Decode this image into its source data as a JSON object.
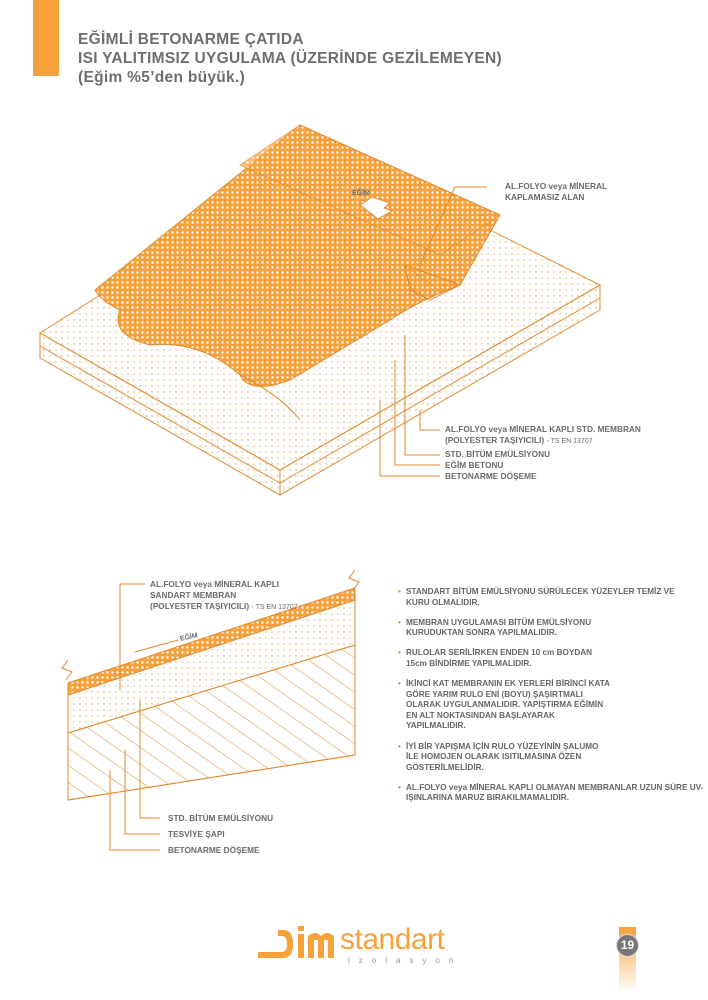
{
  "header": {
    "title_line1": "EĞİMLİ BETONARME ÇATIDA",
    "title_line2": "ISI YALITIMSIZ UYGULAMA (ÜZERİNDE GEZİLEMEYEN)",
    "title_line3": "(Eğim %5’den büyük.)"
  },
  "top_diagram": {
    "slope_label": "EĞİM",
    "callout_uncoated": {
      "line1": "AL.FOLYO veya MİNERAL",
      "line2": "KAPLAMASIZ  ALAN"
    },
    "callouts": [
      {
        "line1": "AL.FOLYO veya MİNERAL KAPLI STD. MEMBRAN",
        "line2": "(POLYESTER TAŞIYICILI)",
        "standard": "- TS EN 13707"
      },
      {
        "line1": "STD. BİTÜM EMÜLSİYONU"
      },
      {
        "line1": "EĞİM BETONU"
      },
      {
        "line1": "BETONARME DÖŞEME"
      }
    ]
  },
  "section_diagram": {
    "slope_label": "EĞİM",
    "membrane": {
      "line1": "AL.FOLYO veya MİNERAL KAPLI",
      "line2": "SANDART MEMBRAN",
      "line3": "(POLYESTER TAŞIYICILI)",
      "standard": "- TS EN 13707"
    },
    "callouts": [
      "STD. BİTÜM EMÜLSİYONU",
      "TESVİYE ŞAPI",
      "BETONARME DÖŞEME"
    ]
  },
  "notes": [
    "STANDART BİTÜM EMÜLSİYONU SÜRÜLECEK YÜZEYLER TEMİZ VE KURU OLMALIDIR.",
    "MEMBRAN UYGULAMASI BİTÜM EMÜLSİYONU KURUDUKTAN SONRA YAPILMALIDIR.",
    "RULOLAR SERİLİRKEN ENDEN 10 cm BOYDAN 15cm BİNDİRME YAPILMALIDIR.",
    "İKİNCİ KAT MEMBRANIN EK YERLERİ BİRİNCİ KATA GÖRE YARIM RULO ENİ (BOYU) ŞAŞIRTMALI OLARAK UYGULANMALIDIR. YAPIŞTIRMA EĞİMİN EN ALT NOKTASINDAN BAŞLAYARAK YAPILMALIDIR.",
    "İYİ BİR YAPIŞMA İÇİN RULO YÜZEYİNİN ŞALUMO İLE HOMOJEN OLARAK ISITILMASINA ÖZEN GÖSTERİLMELİDİR.",
    "AL.FOLYO veya MİNERAL KAPLI OLMAYAN MEMBRANLAR UZUN SÜRE UV-IŞINLARINA MARUZ BIRAKILMAMALIDIR."
  ],
  "footer": {
    "brand": "standart",
    "brand_sub": "izolasyon",
    "page_number": "19"
  },
  "colors": {
    "accent": "#f7a13b",
    "line": "#e08a2e",
    "text": "#6a6a6a"
  }
}
